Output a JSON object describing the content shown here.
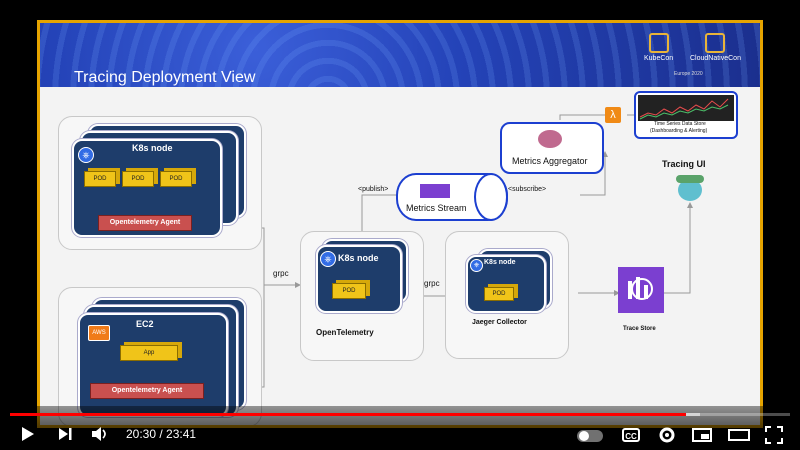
{
  "slide": {
    "title": "Tracing Deployment View",
    "logos": {
      "kubecon": "KubeCon",
      "cncf": "CloudNativeCon",
      "event": "Europe 2020"
    }
  },
  "diagram": {
    "k8s_node_label": "K8s node",
    "pod_label": "POD",
    "agent_label": "Opentelemetry Agent",
    "ec2_label": "EC2",
    "app_label": "App",
    "aws_badge": "AWS",
    "grpc_label": "grpc",
    "opentelemetry_label": "OpenTelemetry",
    "jaeger_label": "Jaeger Collector",
    "trace_store_label": "Trace Store",
    "publish_label": "<publish>",
    "subscribe_label": "<subscribe>",
    "metrics_stream_label": "Metrics Stream",
    "metrics_aggregator_label": "Metrics Aggregator",
    "tsds_label_line1": "Time Series Data Store",
    "tsds_label_line2": "(Dashboarding & Alerting)",
    "tracing_ui_label": "Tracing UI"
  },
  "player": {
    "current_time": "20:30",
    "separator": " / ",
    "duration": "23:41",
    "progress_fraction": 0.8662,
    "buffered_fraction": 0.885,
    "icons": [
      "play-icon",
      "next-icon",
      "volume-icon",
      "autoplay-toggle",
      "captions-icon",
      "settings-icon",
      "miniplayer-icon",
      "theater-icon",
      "fullscreen-icon"
    ],
    "captions_label": "CC",
    "accent_color": "#ff0000"
  }
}
